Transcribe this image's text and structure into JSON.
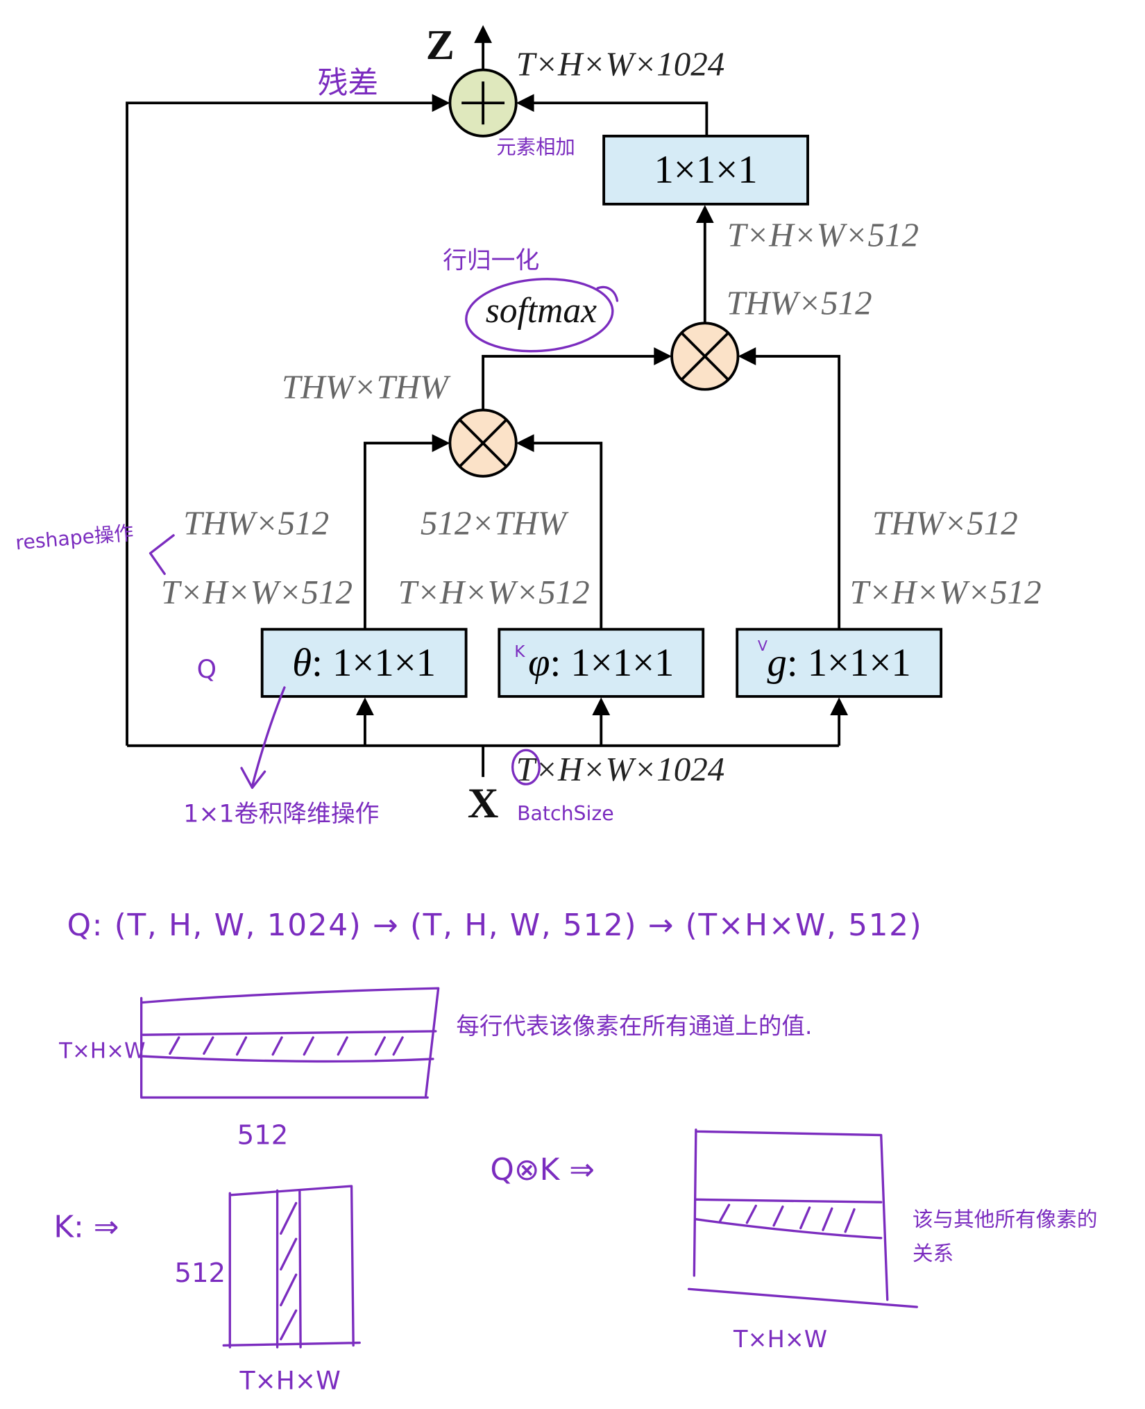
{
  "diagram": {
    "output_label": "Z",
    "input_label": "X",
    "top_dim": "T×H×W×1024",
    "bottom_dim": "T×H×W×1024",
    "out_conv_label": "1×1×1",
    "out_conv_dim": "T×H×W×512",
    "softmax": "softmax",
    "attn_out_dim": "THW×512",
    "attn_dim": "THW×THW",
    "theta": {
      "sym": "θ",
      "label": ": 1×1×1",
      "reshape_dim": "THW×512",
      "dim": "T×H×W×512"
    },
    "phi": {
      "sym": "φ",
      "label": ": 1×1×1",
      "reshape_dim": "512×THW",
      "dim": "T×H×W×512"
    },
    "g": {
      "sym": "g",
      "label": ": 1×1×1",
      "reshape_dim": "THW×512",
      "dim": "T×H×W×512"
    }
  },
  "notes": {
    "residual": "残差",
    "elementwise_add": "元素相加",
    "row_norm": "行归一化",
    "reshape": "reshape操作",
    "q_tag": "Q",
    "k_tag": "K",
    "v_tag": "V",
    "conv_reduce": "1×1卷积降维操作",
    "batchsize": "BatchSize",
    "q_shape": "Q: (T, H, W, 1024) → (T, H, W, 512) → (T×H×W, 512)",
    "q_matrix_rows": "T×H×W",
    "q_matrix_cols": "512",
    "q_matrix_note": "每行代表该像素在所有通道上的值.",
    "qk_label": "Q⊗K ⇒",
    "qk_matrix_cols": "T×H×W",
    "qk_note_line1": "该与其他所有像素的",
    "qk_note_line2": "关系",
    "k_label": "K: ⇒",
    "k_matrix_rows": "512",
    "k_matrix_cols": "T×H×W"
  },
  "colors": {
    "box_fill": "#d6ebf6",
    "add_fill": "#dfe8bd",
    "mul_fill": "#fbe2c8",
    "annotation": "#7b2cbf"
  }
}
